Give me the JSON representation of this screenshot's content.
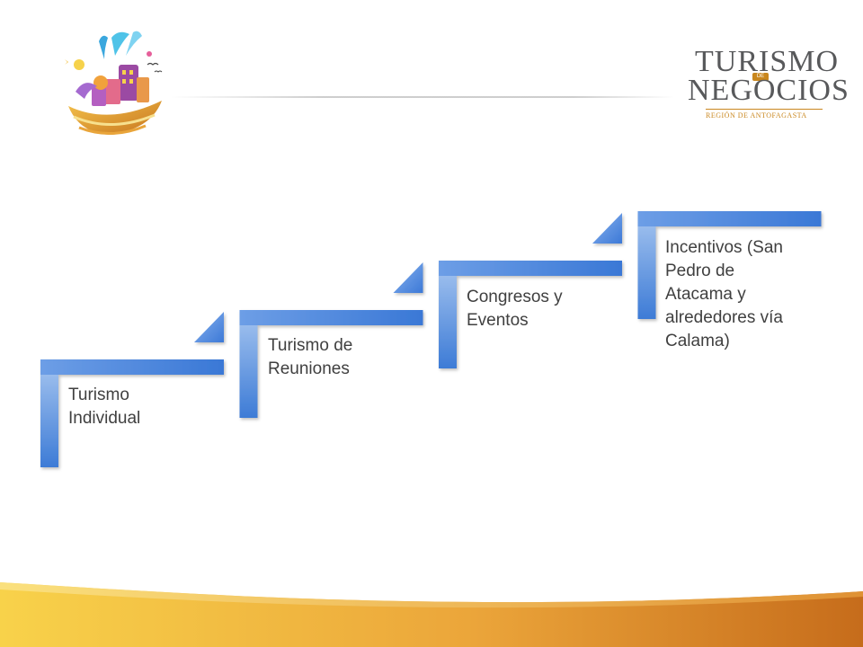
{
  "logos": {
    "right": {
      "line1": "TURISMO",
      "connector": "DE",
      "line2": "NEGOCIOS",
      "region": "REGIÓN DE ANTOFAGASTA"
    }
  },
  "steps": [
    {
      "label_lines": [
        "Turismo",
        "Individual"
      ]
    },
    {
      "label_lines": [
        "Turismo de",
        "Reuniones"
      ]
    },
    {
      "label_lines": [
        "Congresos y",
        "Eventos"
      ]
    },
    {
      "label_lines": [
        "Incentivos (San",
        "Pedro de",
        "Atacama y",
        "alrededores vía",
        "Calama)"
      ]
    }
  ],
  "colors": {
    "step_blue_light": "#8fb7ec",
    "step_blue_dark": "#3b78d8",
    "text": "#404040",
    "wave_gold": "#f5c33b",
    "wave_orange": "#c96f1b"
  }
}
